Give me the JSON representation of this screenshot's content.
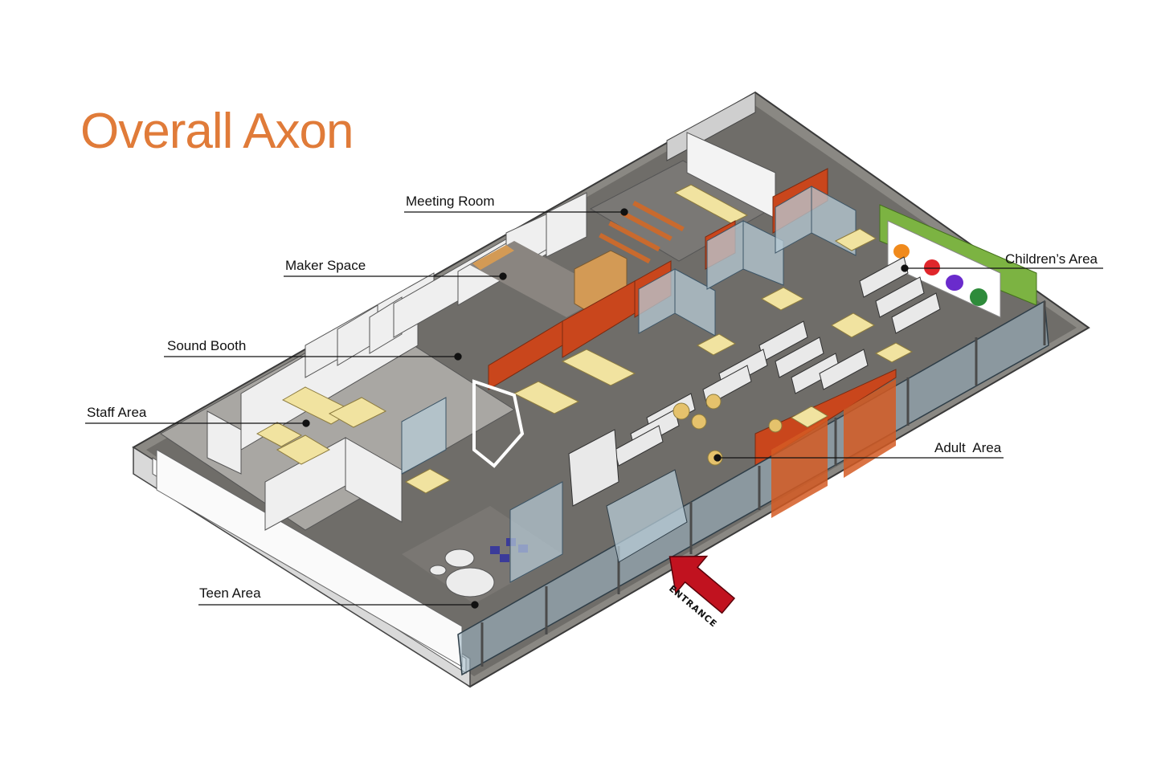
{
  "title": "Overall Axon",
  "labels": {
    "meeting_room": "Meeting Room",
    "maker_space": "Maker Space",
    "sound_booth": "Sound Booth",
    "staff_area": "Staff Area",
    "teen_area": "Teen Area",
    "childrens_area": "Children’s Area",
    "adult_area": "Adult  Area",
    "entrance": "ENTRANCE"
  },
  "colors": {
    "title": "#e07b39",
    "accent_wall": "#c9461c",
    "entrance_arrow": "#c1121f",
    "floor": "#6e6c68",
    "childrens_wall": "#7cb342"
  }
}
